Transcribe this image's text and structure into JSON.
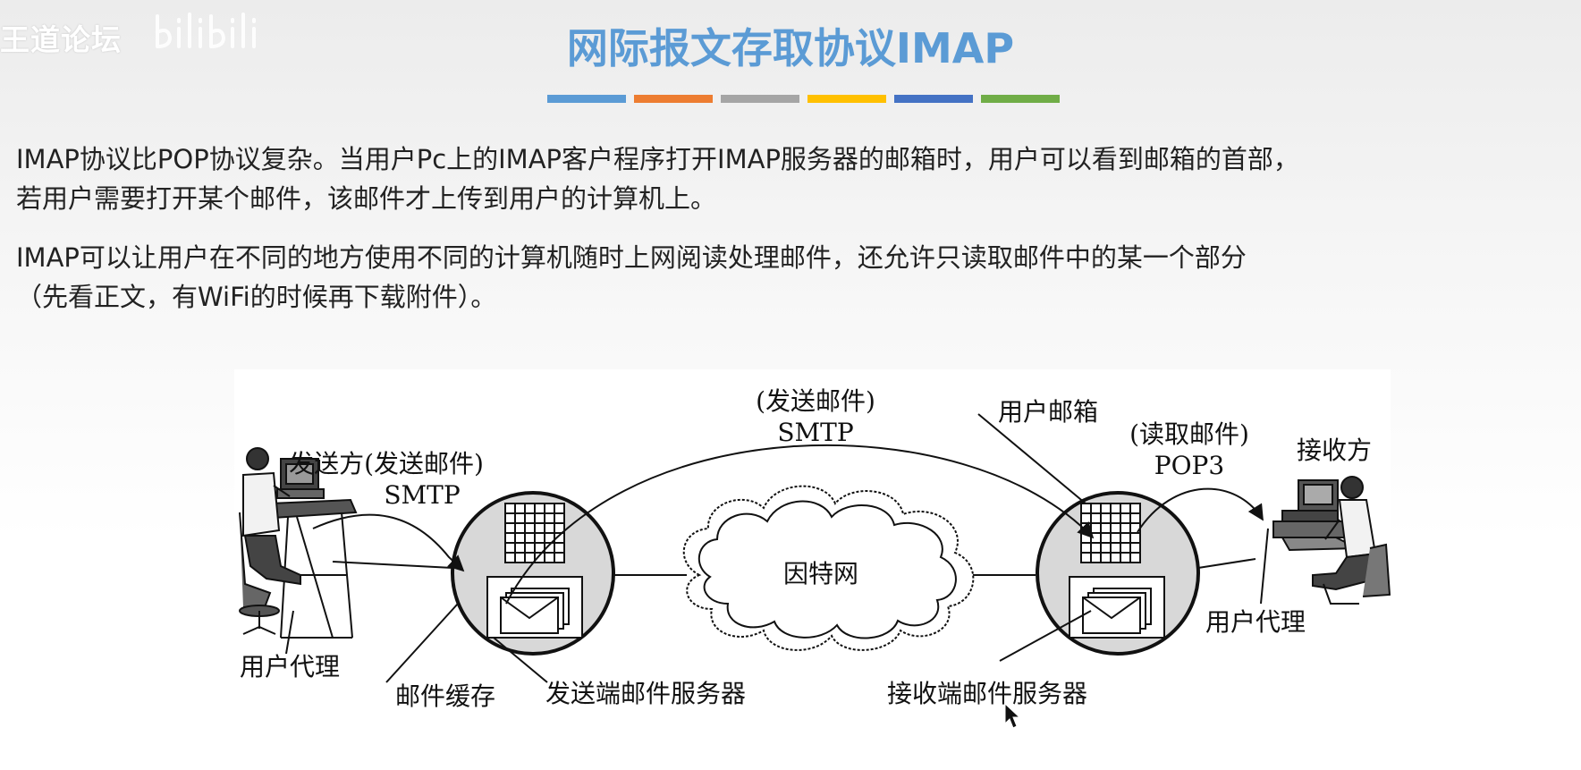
{
  "watermark": {
    "text": "王道论坛",
    "logo": "bilibili"
  },
  "title": "网际报文存取协议IMAP",
  "title_bar_colors": [
    "#5b9bd5",
    "#ed7d31",
    "#a5a5a5",
    "#ffc000",
    "#4472c4",
    "#70ad47"
  ],
  "paragraphs": {
    "p1_line1": "IMAP协议比POP协议复杂。当用户Pc上的IMAP客户程序打开IMAP服务器的邮箱时，用户可以看到邮箱的首部，",
    "p1_line2": "若用户需要打开某个邮件，该邮件才上传到用户的计算机上。",
    "p2_line1": "IMAP可以让用户在不同的地方使用不同的计算机随时上网阅读处理邮件，还允许只读取邮件中的某一个部分",
    "p2_line2": "（先看正文，有WiFi的时候再下载附件）。"
  },
  "diagram": {
    "top_send": "(发送邮件)",
    "top_smtp": "SMTP",
    "mailbox": "用户邮箱",
    "read_mail": "(读取邮件)",
    "pop3": "POP3",
    "receiver": "接收方",
    "sender": "发送方(发送邮件)",
    "sender_smtp": "SMTP",
    "internet": "因特网",
    "user_agent_left": "用户代理",
    "mail_cache": "邮件缓存",
    "send_server": "发送端邮件服务器",
    "recv_server": "接收端邮件服务器",
    "user_agent_right": "用户代理"
  }
}
